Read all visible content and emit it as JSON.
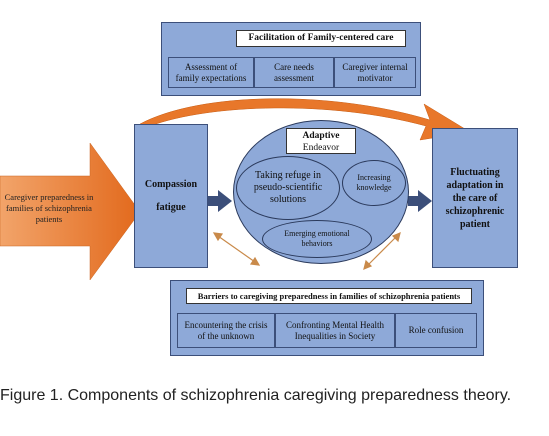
{
  "top_box": {
    "title": "Facilitation of Family-centered care",
    "items": [
      "Assessment of family expectations",
      "Care needs assessment",
      "Caregiver internal motivator"
    ]
  },
  "left_arrow": {
    "label": "Caregiver preparedness in families of schizophrenia patients"
  },
  "compassion": {
    "title": "Compassion",
    "subtitle": "fatigue"
  },
  "center": {
    "title_line1": "Adaptive",
    "title_line2": "Endeavor",
    "refuge": "Taking refuge in pseudo-scientific solutions",
    "knowledge": "Increasing knowledge",
    "emotional": "Emerging emotional behaviors"
  },
  "right_box": {
    "label": "Fluctuating adaptation in the care of schizophrenic patient"
  },
  "bottom_box": {
    "title": "Barriers to caregiving preparedness in families of schizophrenia patients",
    "items": [
      "Encountering the crisis of the unknown",
      "Confronting Mental Health Inequalities in Society",
      "Role confusion"
    ]
  },
  "caption": {
    "label": "Figure 1.",
    "text": " Components of schizophrenia caregiving preparedness theory."
  },
  "colors": {
    "box_blue": "#8ea9d8",
    "arrow_orange": "#e8772a",
    "border": "#3c4f7a"
  }
}
